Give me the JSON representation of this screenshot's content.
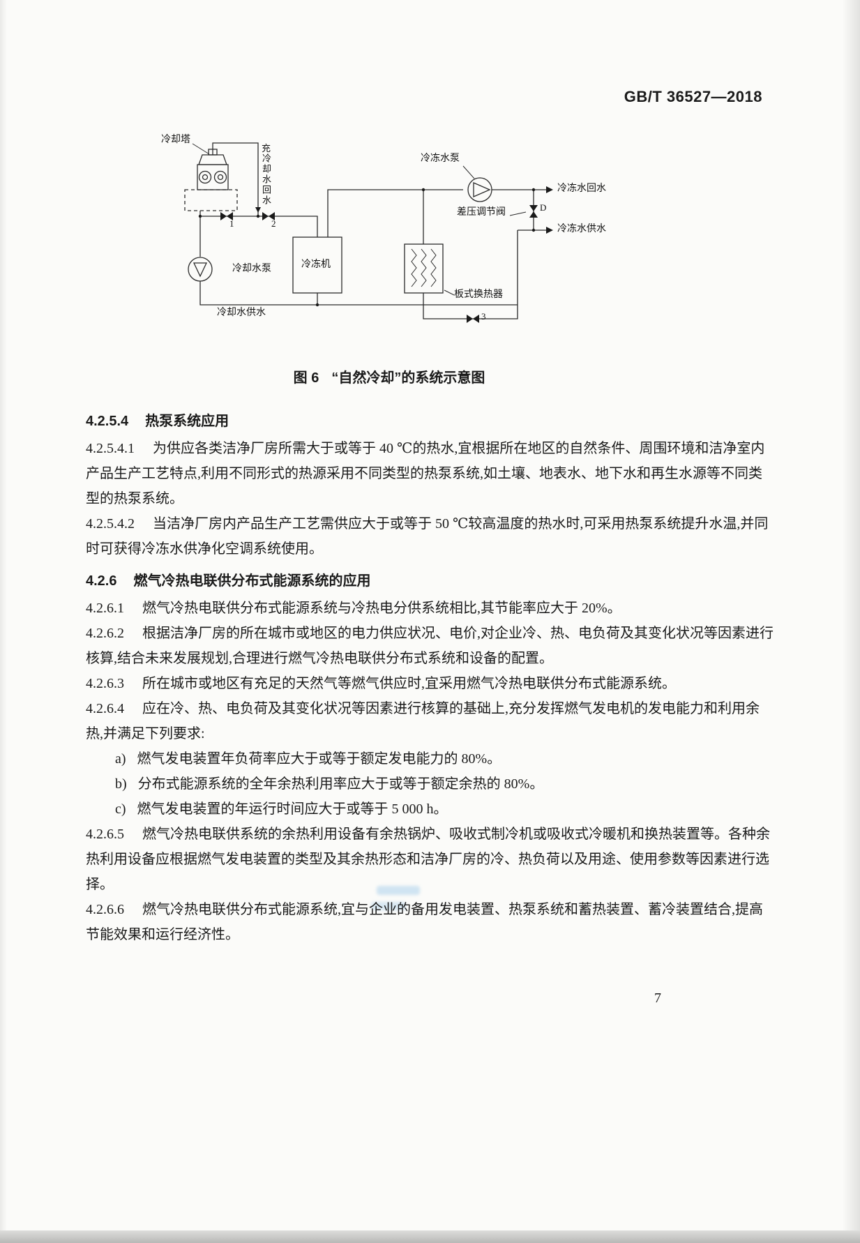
{
  "doc": {
    "header_code": "GB/T 36527—2018",
    "page_number": "7"
  },
  "figure": {
    "caption": {
      "prefix": "图 6",
      "title": "“自然冷却”的系统示意图"
    },
    "labels": {
      "cooling_tower": "冷却塔",
      "makeup": "充",
      "cooling_water_return_vertical": "冷却水回水",
      "chilled_water_pump": "冷冻水泵",
      "chilled_water_return": "冷冻水回水",
      "pressure_regulating_valve": "差压调节阀",
      "chilled_water_supply": "冷冻水供水",
      "cooling_water_pump": "冷却水泵",
      "chiller": "冷冻机",
      "plate_heat_exchanger": "板式换热器",
      "cooling_water_supply": "冷却水供水",
      "valve_1": "1",
      "valve_2": "2",
      "valve_3": "3",
      "valve_d": "D"
    }
  },
  "content": {
    "blocks": [
      {
        "num": "4.2.5.4",
        "text": "热泵系统应用"
      },
      {
        "num": "4.2.5.4.1",
        "text": "为供应各类洁净厂房所需大于或等于 40 ℃的热水,宜根据所在地区的自然条件、周围环境和洁净室内产品生产工艺特点,利用不同形式的热源采用不同类型的热泵系统,如土壤、地表水、地下水和再生水源等不同类型的热泵系统。"
      },
      {
        "num": "4.2.5.4.2",
        "text": "当洁净厂房内产品生产工艺需供应大于或等于 50 ℃较高温度的热水时,可采用热泵系统提升水温,并同时可获得冷冻水供净化空调系统使用。"
      },
      {
        "num": "4.2.6",
        "text": "燃气冷热电联供分布式能源系统的应用"
      },
      {
        "num": "4.2.6.1",
        "text": "燃气冷热电联供分布式能源系统与冷热电分供系统相比,其节能率应大于 20%。"
      },
      {
        "num": "4.2.6.2",
        "text": "根据洁净厂房的所在城市或地区的电力供应状况、电价,对企业冷、热、电负荷及其变化状况等因素进行核算,结合未来发展规划,合理进行燃气冷热电联供分布式系统和设备的配置。"
      },
      {
        "num": "4.2.6.3",
        "text": "所在城市或地区有充足的天然气等燃气供应时,宜采用燃气冷热电联供分布式能源系统。"
      },
      {
        "num": "4.2.6.4",
        "text": "应在冷、热、电负荷及其变化状况等因素进行核算的基础上,充分发挥燃气发电机的发电能力和利用余热,并满足下列要求:"
      },
      {
        "num": "a)",
        "text": "燃气发电装置年负荷率应大于或等于额定发电能力的 80%。"
      },
      {
        "num": "b)",
        "text": "分布式能源系统的全年余热利用率应大于或等于额定余热的 80%。"
      },
      {
        "num": "c)",
        "text": "燃气发电装置的年运行时间应大于或等于 5 000 h。"
      },
      {
        "num": "4.2.6.5",
        "text": "燃气冷热电联供系统的余热利用设备有余热锅炉、吸收式制冷机或吸收式冷暖机和换热装置等。各种余热利用设备应根据燃气发电装置的类型及其余热形态和洁净厂房的冷、热负荷以及用途、使用参数等因素进行选择。"
      },
      {
        "num": "4.2.6.6",
        "text": "燃气冷热电联供分布式能源系统,宜与企业的备用发电装置、热泵系统和蓄热装置、蓄冷装置结合,提高节能效果和运行经济性。"
      }
    ]
  }
}
